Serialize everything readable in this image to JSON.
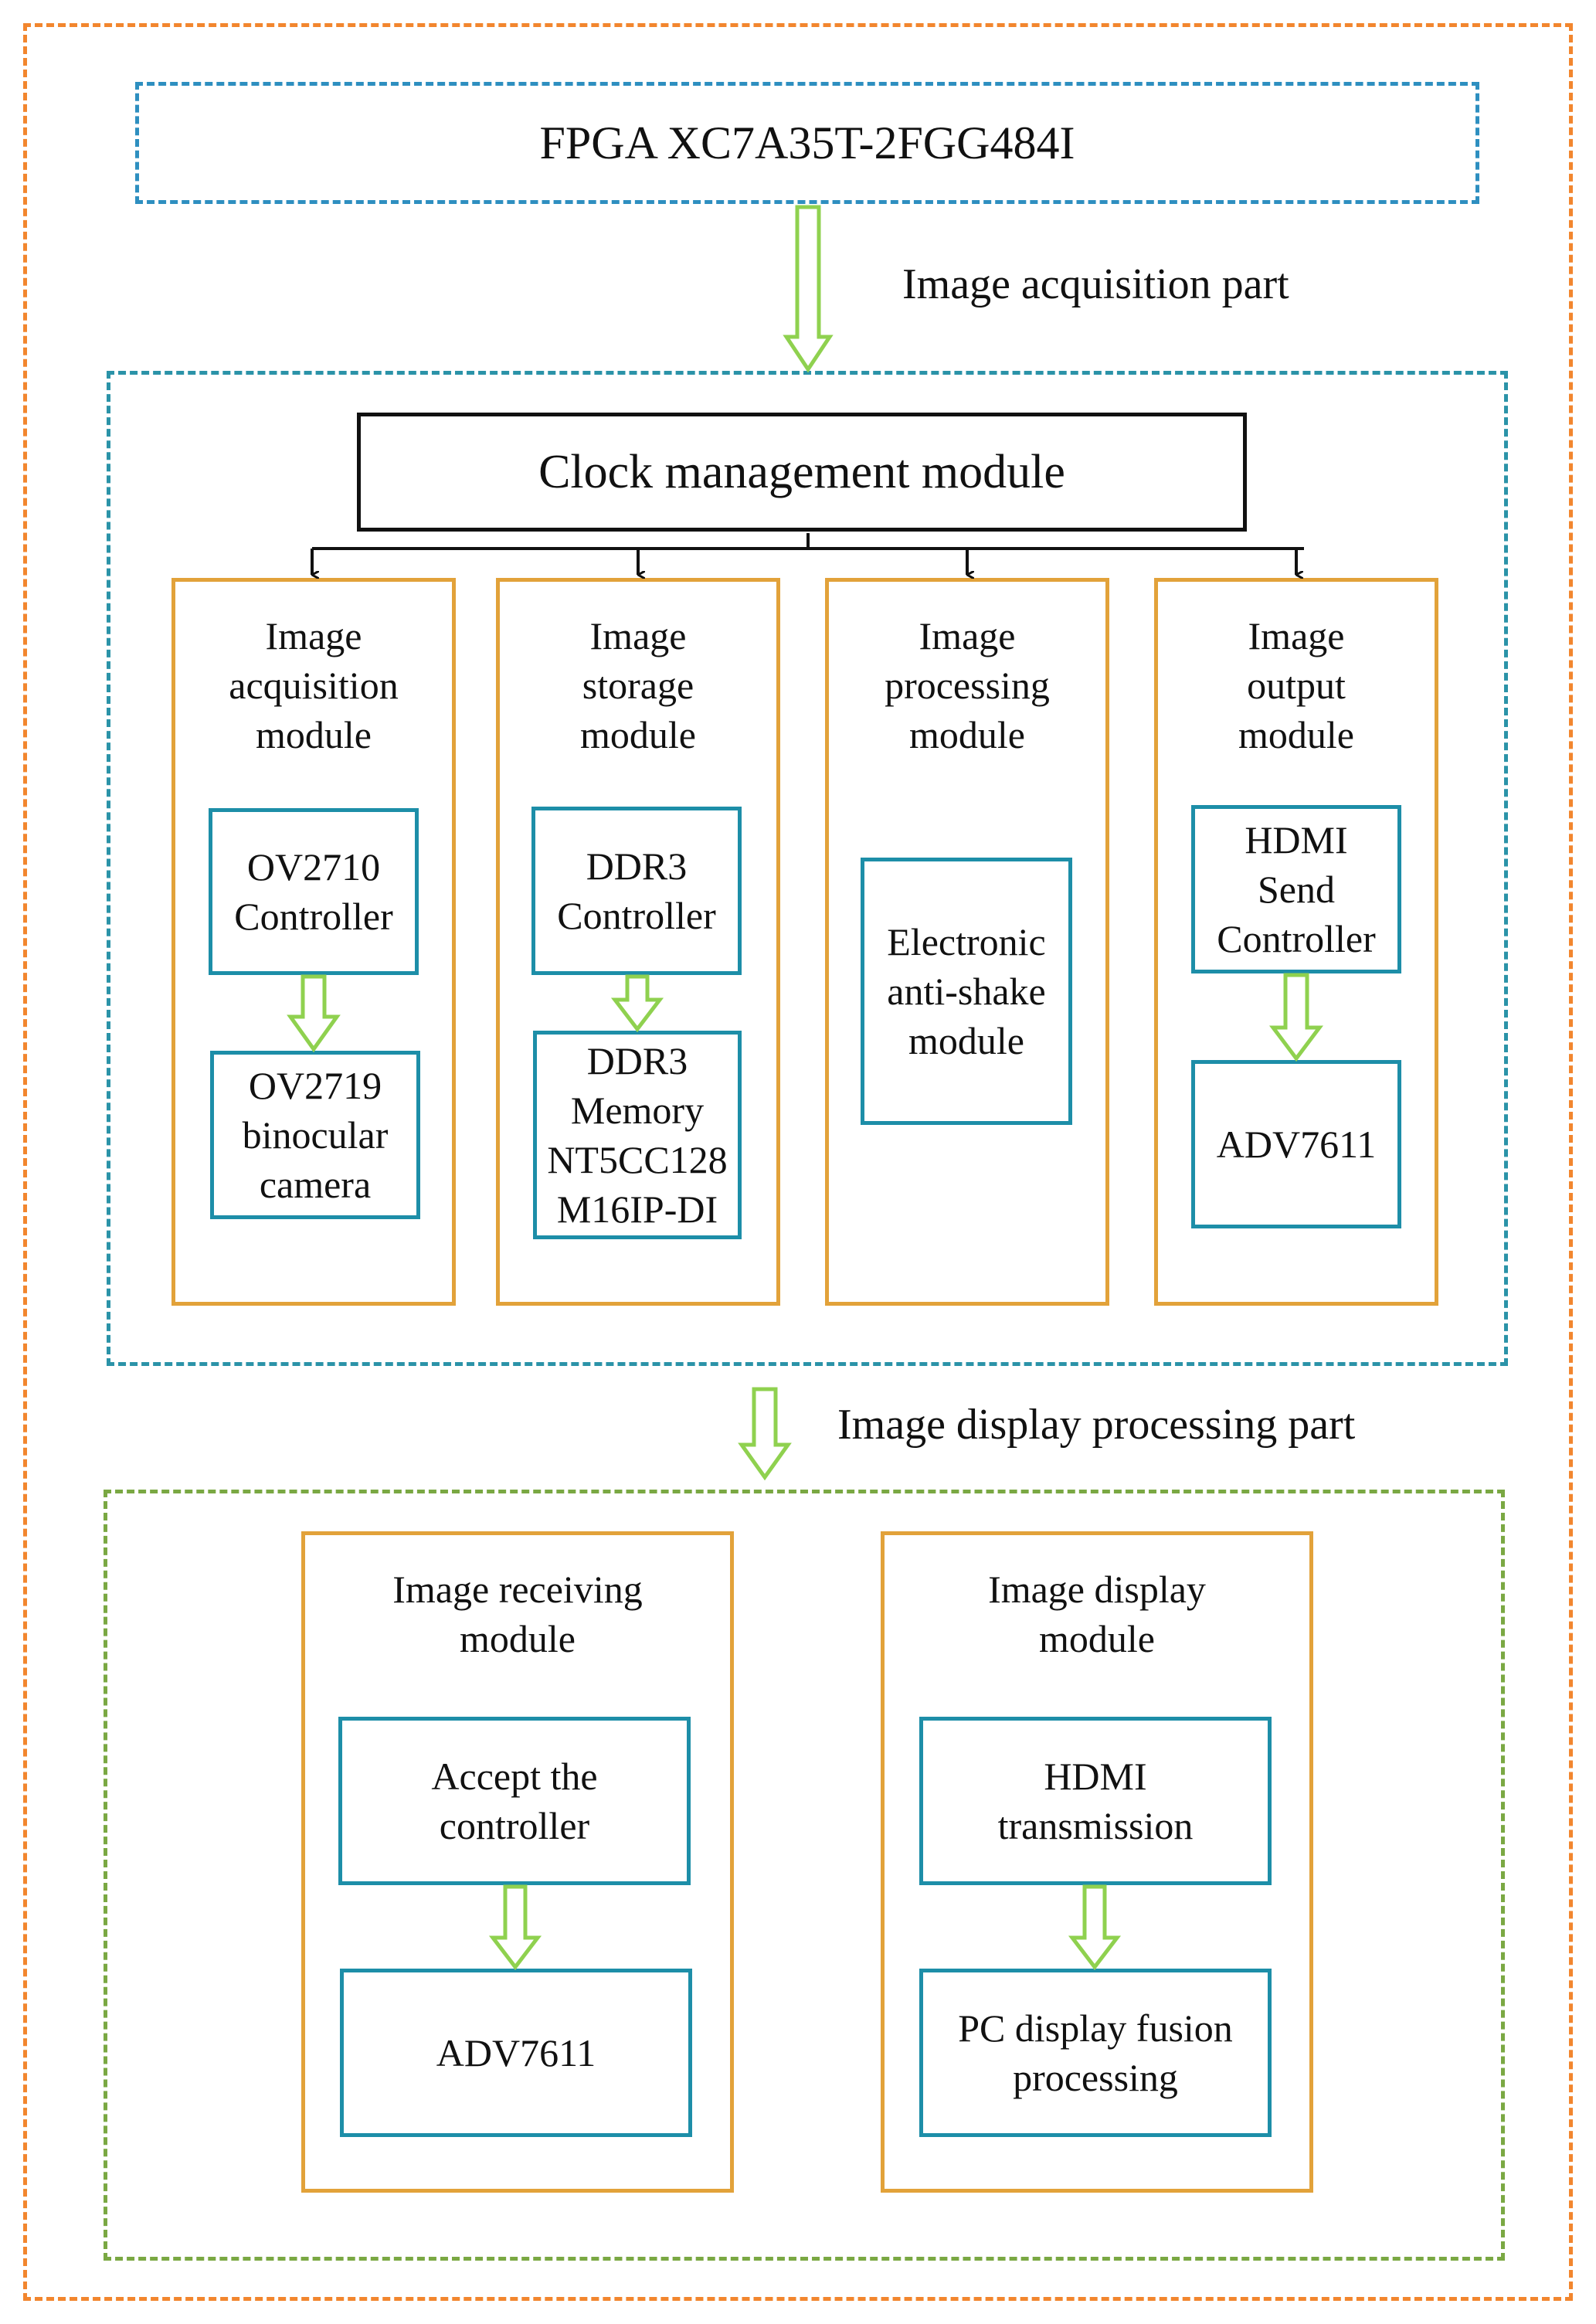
{
  "fpga": {
    "label": "FPGA XC7A35T-2FGG484I"
  },
  "parts": {
    "acquisition_label": "Image acquisition part",
    "display_label": "Image display processing part"
  },
  "clock": {
    "label": "Clock management module"
  },
  "modules": [
    {
      "title": "Image\nacquisition\nmodule",
      "blocks": [
        "OV2710\nController",
        "OV2719\nbinocular\ncamera"
      ]
    },
    {
      "title": "Image\nstorage\nmodule",
      "blocks": [
        "DDR3\nController",
        "DDR3\nMemory\nNT5CC128\nM16IP-DI"
      ]
    },
    {
      "title": "Image\nprocessing\nmodule",
      "blocks": [
        "Electronic\nanti-shake\nmodule"
      ]
    },
    {
      "title": "Image\noutput\nmodule",
      "blocks": [
        "HDMI\nSend\nController",
        "ADV7611"
      ]
    }
  ],
  "display_modules": [
    {
      "title": "Image receiving\nmodule",
      "blocks": [
        "Accept the\ncontroller",
        "ADV7611"
      ]
    },
    {
      "title": "Image display\nmodule",
      "blocks": [
        "HDMI\ntransmission",
        "PC display fusion\nprocessing"
      ]
    }
  ],
  "colors": {
    "outer_border": "#f2862e",
    "fpga_border": "#2e8fc0",
    "acquisition_border": "#2b93a8",
    "display_border": "#7aa843",
    "module_border": "#e2a23a",
    "block_border": "#1d8ea8",
    "arrow": "#8fd14f"
  }
}
